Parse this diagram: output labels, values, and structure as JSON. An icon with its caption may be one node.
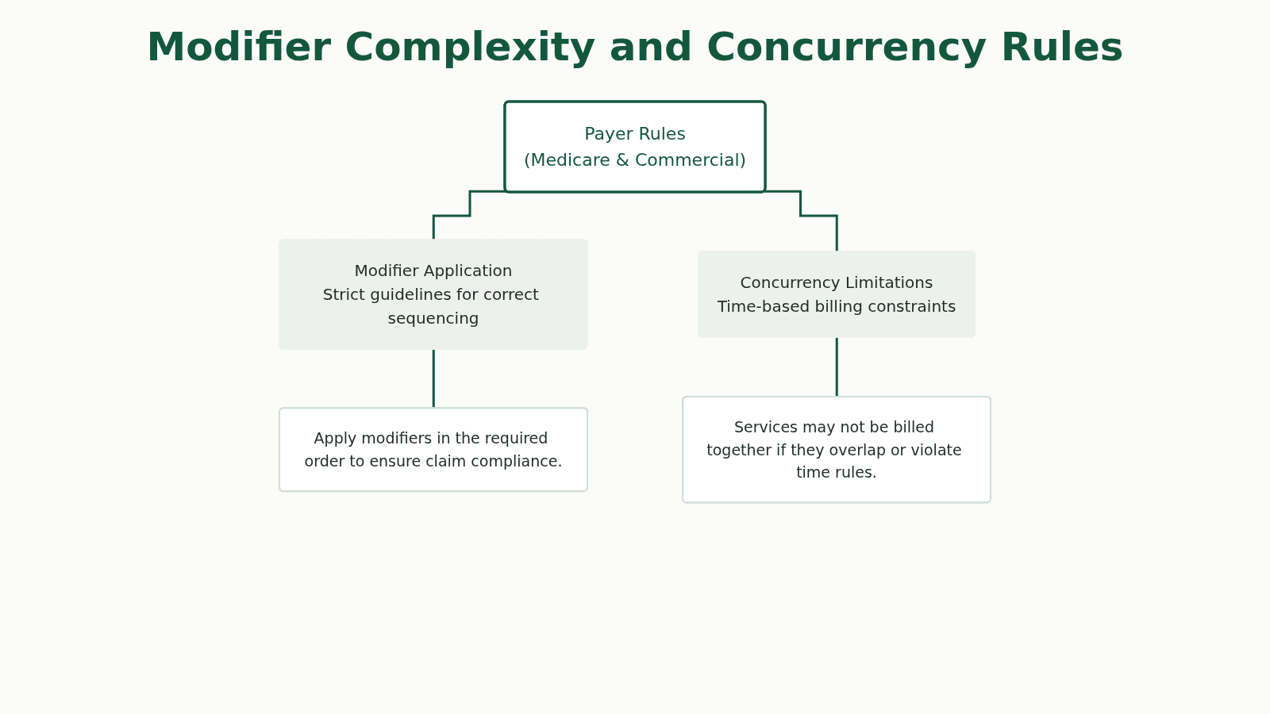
{
  "diagram": {
    "title": "Modifier Complexity and Concurrency Rules",
    "nodes": [
      {
        "text": [
          "Payer Rules",
          "(Medicare & Commercial)"
        ]
      },
      {
        "text": [
          "Modifier Application",
          "Strict guidelines for correct sequencing"
        ]
      },
      {
        "text": [
          "Concurrency Limitations",
          "Time-based billing constraints"
        ]
      },
      {
        "text": [
          "Apply modifiers in the required order to ensure claim compliance."
        ]
      },
      {
        "text": [
          "Services may not be billed together if they overlap or violate time rules."
        ]
      }
    ],
    "edges": [
      {
        "from": 0,
        "to": 1,
        "arrow": "none"
      },
      {
        "from": 0,
        "to": 2,
        "arrow": "none"
      },
      {
        "from": 1,
        "to": 3,
        "arrow": "none"
      },
      {
        "from": 2,
        "to": 4,
        "arrow": "none"
      }
    ]
  }
}
